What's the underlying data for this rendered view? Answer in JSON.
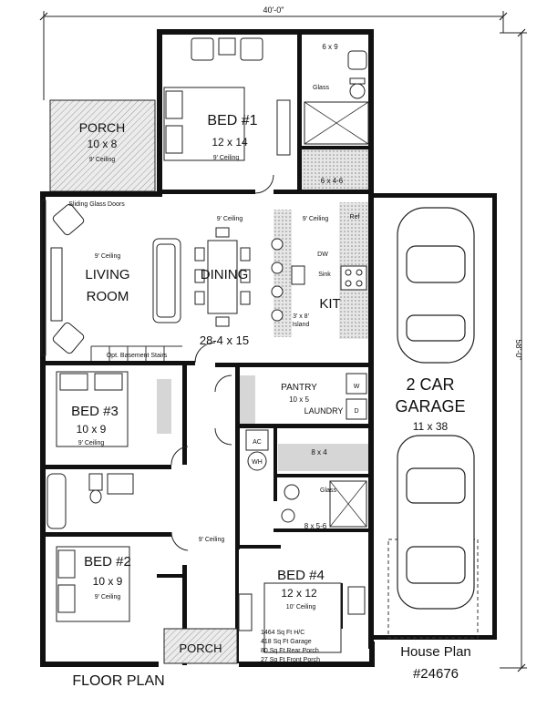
{
  "dimensions": {
    "width": "40'-0\"",
    "depth": "58'-0\""
  },
  "rooms": {
    "porch_rear": {
      "name": "PORCH",
      "size": "10 x 8",
      "ceiling": "9' Ceiling"
    },
    "bed1": {
      "name": "BED #1",
      "size": "12 x 14",
      "ceiling": "9' Ceiling"
    },
    "bath1": {
      "size": "6 x 9",
      "glass": "Glass"
    },
    "closet1": {
      "size": "6 x 4-6"
    },
    "living": {
      "name_line1": "LIVING",
      "name_line2": "ROOM",
      "ceiling": "9' Ceiling"
    },
    "dining": {
      "name": "DINING",
      "ceiling": "9' Ceiling"
    },
    "kitchen": {
      "name": "KIT",
      "ceiling": "9' Ceiling",
      "ref": "Ref",
      "dw": "DW",
      "sink": "Sink",
      "island_line1": "3' x 8'",
      "island_line2": "Island"
    },
    "great_room_size": "28-4 x 15",
    "sliding_doors": "Sliding Glass Doors",
    "basement_stairs": "Opt. Basement Stairs",
    "bed3": {
      "name": "BED #3",
      "size": "10 x 9",
      "ceiling": "9' Ceiling"
    },
    "pantry": {
      "name": "PANTRY",
      "size": "10 x 5",
      "laundry": "LAUNDRY",
      "w": "W",
      "d": "D"
    },
    "mech": {
      "ac": "AC",
      "wh": "WH"
    },
    "closet4": {
      "size": "8 x 4"
    },
    "bath4": {
      "size": "8 x 5-6",
      "glass": "Glass"
    },
    "hall": {
      "ceiling": "9' Ceiling"
    },
    "bed2": {
      "name": "BED #2",
      "size": "10 x 9",
      "ceiling": "9' Ceiling"
    },
    "bed4": {
      "name": "BED #4",
      "size": "12 x 12",
      "ceiling": "10' Ceiling"
    },
    "porch_front": {
      "name": "PORCH"
    },
    "garage": {
      "name_line1": "2 CAR",
      "name_line2": "GARAGE",
      "size": "11 x 38"
    }
  },
  "stats": [
    "1464 Sq Ft H/C",
    "418 Sq Ft Garage",
    "80 Sq Ft Rear Porch",
    "27 Sq Ft Front Porch"
  ],
  "title": "FLOOR PLAN",
  "plan_label_line1": "House Plan",
  "plan_label_line2": "#24676"
}
